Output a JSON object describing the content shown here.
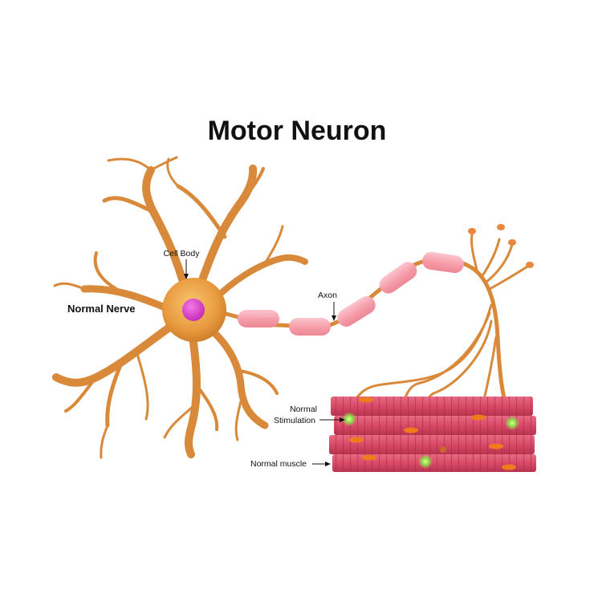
{
  "title": "Motor Neuron",
  "labels": {
    "normal_nerve": "Normal Nerve",
    "cell_body": "Cell Body",
    "axon": "Axon",
    "normal_stimulation_line1": "Normal",
    "normal_stimulation_line2": "Stimulation",
    "normal_muscle": "Normal muscle"
  },
  "colors": {
    "neuron": "#D9893A",
    "neuron_light": "#F3B562",
    "nucleus": "#D63CC8",
    "myelin": "#F59CA8",
    "myelin_light": "#FCC6CF",
    "muscle": "#D94A67",
    "muscle_dark": "#B02E4C",
    "muscle_nucleus": "#F07A1E",
    "stimulation": "#8DE04A",
    "text": "#111111"
  }
}
